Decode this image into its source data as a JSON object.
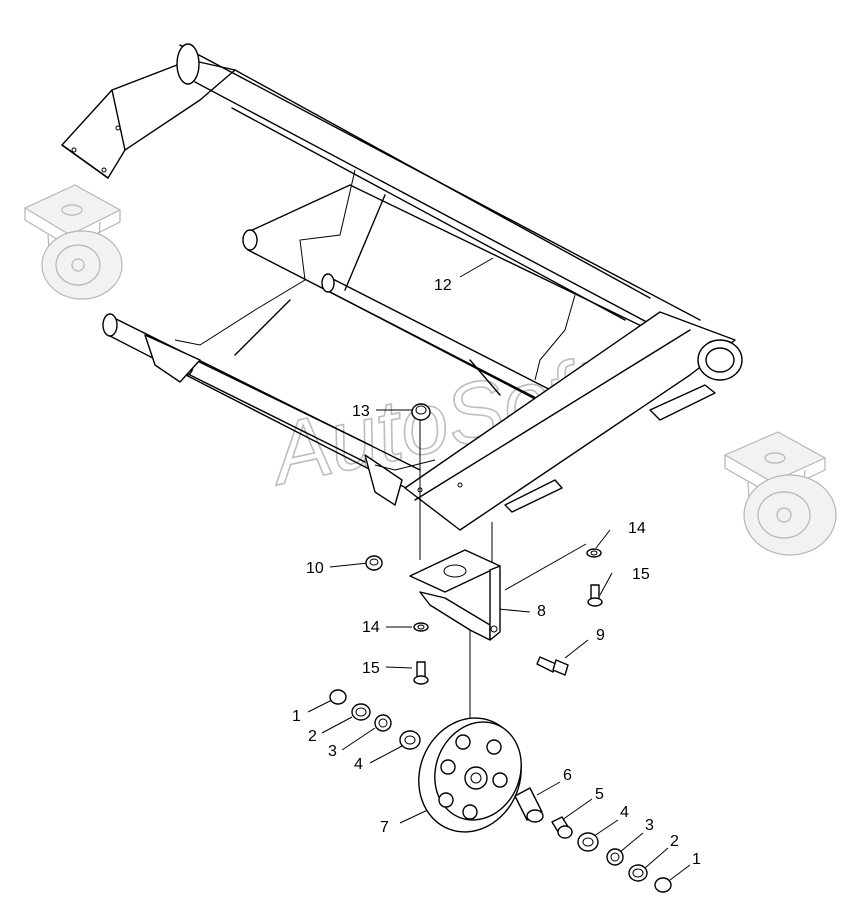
{
  "watermark": "AutoSoft",
  "callouts": [
    {
      "id": "c12",
      "text": "12"
    },
    {
      "id": "c13",
      "text": "13"
    },
    {
      "id": "c14a",
      "text": "14"
    },
    {
      "id": "c15a",
      "text": "15"
    },
    {
      "id": "c10",
      "text": "10"
    },
    {
      "id": "c8",
      "text": "8"
    },
    {
      "id": "c14b",
      "text": "14"
    },
    {
      "id": "c9",
      "text": "9"
    },
    {
      "id": "c15b",
      "text": "15"
    },
    {
      "id": "c1a",
      "text": "1"
    },
    {
      "id": "c2a",
      "text": "2"
    },
    {
      "id": "c3a",
      "text": "3"
    },
    {
      "id": "c4a",
      "text": "4"
    },
    {
      "id": "c6",
      "text": "6"
    },
    {
      "id": "c5",
      "text": "5"
    },
    {
      "id": "c4b",
      "text": "4"
    },
    {
      "id": "c3b",
      "text": "3"
    },
    {
      "id": "c2b",
      "text": "2"
    },
    {
      "id": "c1b",
      "text": "1"
    },
    {
      "id": "c7",
      "text": "7"
    }
  ]
}
